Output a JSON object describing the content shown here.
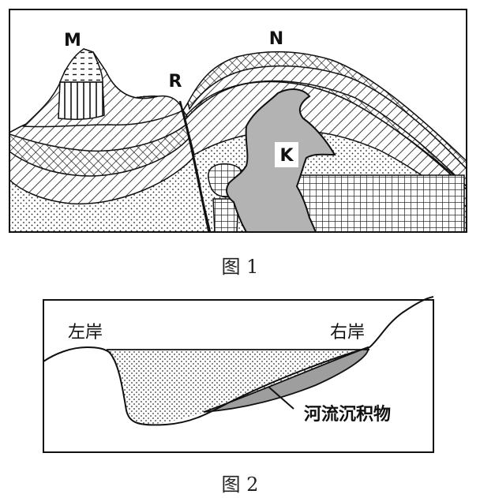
{
  "figure1": {
    "caption": "图 1",
    "labels": {
      "M": "M",
      "R": "R",
      "N": "N",
      "K": "K"
    }
  },
  "figure2": {
    "caption": "图 2",
    "labels": {
      "left_bank": "左岸",
      "right_bank": "右岸",
      "sediment": "河流沉积物"
    }
  },
  "colors": {
    "intrusion": "#b3b3b3",
    "sediment": "#9e9e9e",
    "line": "#111111"
  }
}
